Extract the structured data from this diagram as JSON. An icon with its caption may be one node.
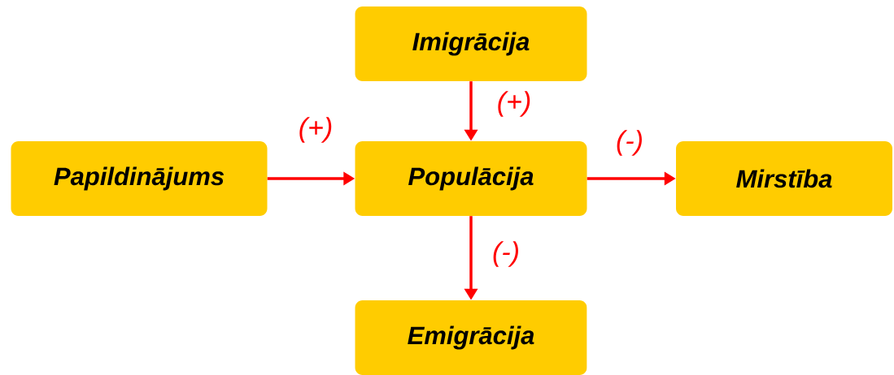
{
  "diagram": {
    "nodes": [
      {
        "text": [
          "Imigrācija"
        ]
      },
      {
        "text": [
          "Papildinājums"
        ]
      },
      {
        "text": [
          "Populācija"
        ]
      },
      {
        "text": [
          "Mirstība"
        ]
      },
      {
        "text": [
          "Emigrācija"
        ]
      }
    ],
    "edges": [
      {
        "from": 0,
        "to": 2,
        "arrow": "to",
        "label": "(+)"
      },
      {
        "from": 1,
        "to": 2,
        "arrow": "to",
        "label": "(+)"
      },
      {
        "from": 2,
        "to": 3,
        "arrow": "to",
        "label": "(-)"
      },
      {
        "from": 2,
        "to": 4,
        "arrow": "to",
        "label": "(-)"
      }
    ]
  }
}
